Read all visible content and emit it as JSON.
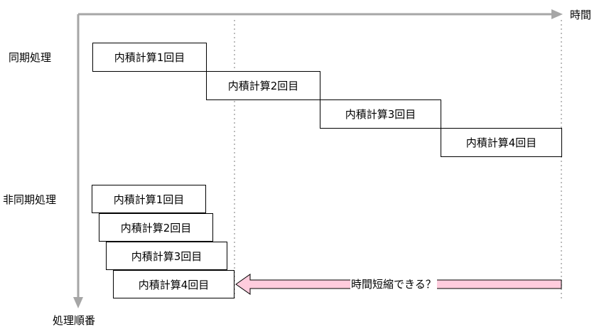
{
  "axes": {
    "x_label": "時間",
    "y_label": "処理順番"
  },
  "sync": {
    "label": "同期処理",
    "steps": [
      "内積計算1回目",
      "内積計算2回目",
      "内積計算3回目",
      "内積計算4回目"
    ]
  },
  "async": {
    "label": "非同期処理",
    "steps": [
      "内積計算1回目",
      "内積計算2回目",
      "内積計算3回目",
      "内積計算4回目"
    ]
  },
  "callout": {
    "text": "時間短縮できる？",
    "arrow_fill": "#ffccdd"
  },
  "colors": {
    "axis": "#a6a6a6",
    "guide": "#a6a6a6",
    "box_border": "#000000"
  }
}
